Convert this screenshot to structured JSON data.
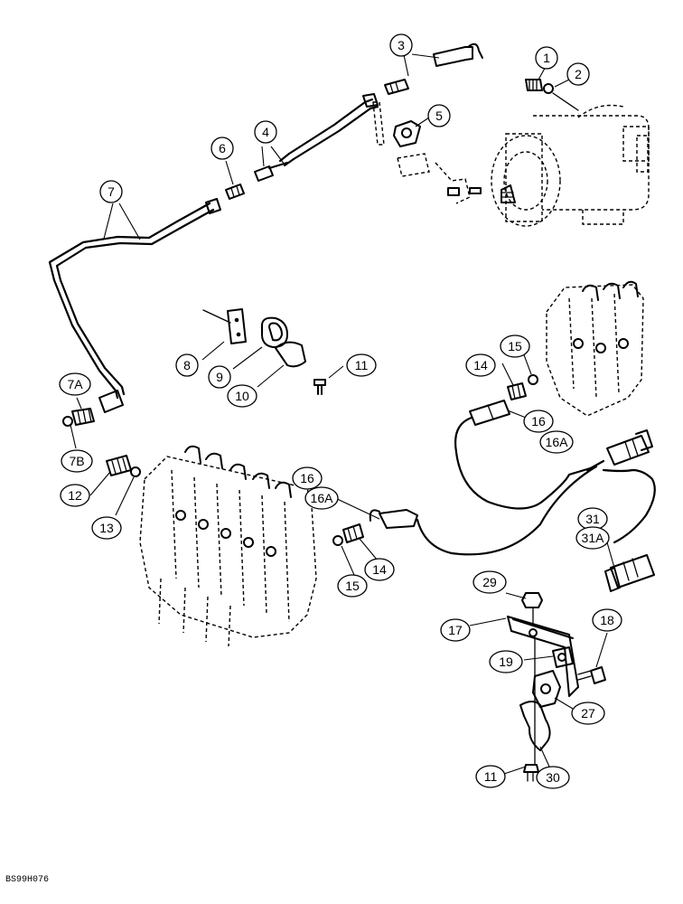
{
  "callouts": [
    {
      "text": "1"
    },
    {
      "text": "2"
    },
    {
      "text": "3"
    },
    {
      "text": "4"
    },
    {
      "text": "5"
    },
    {
      "text": "6"
    },
    {
      "text": "7"
    },
    {
      "text": "7A"
    },
    {
      "text": "7B"
    },
    {
      "text": "8"
    },
    {
      "text": "9"
    },
    {
      "text": "10"
    },
    {
      "text": "11"
    },
    {
      "text": "12"
    },
    {
      "text": "13"
    },
    {
      "text": "14"
    },
    {
      "text": "15"
    },
    {
      "text": "14"
    },
    {
      "text": "15"
    },
    {
      "text": "16"
    },
    {
      "text": "16A"
    },
    {
      "text": "16"
    },
    {
      "text": "16A"
    },
    {
      "text": "31"
    },
    {
      "text": "31A"
    },
    {
      "text": "29"
    },
    {
      "text": "17"
    },
    {
      "text": "18"
    },
    {
      "text": "19"
    },
    {
      "text": "27"
    },
    {
      "text": "11"
    },
    {
      "text": "30"
    }
  ],
  "reference_code": "BS99H076"
}
